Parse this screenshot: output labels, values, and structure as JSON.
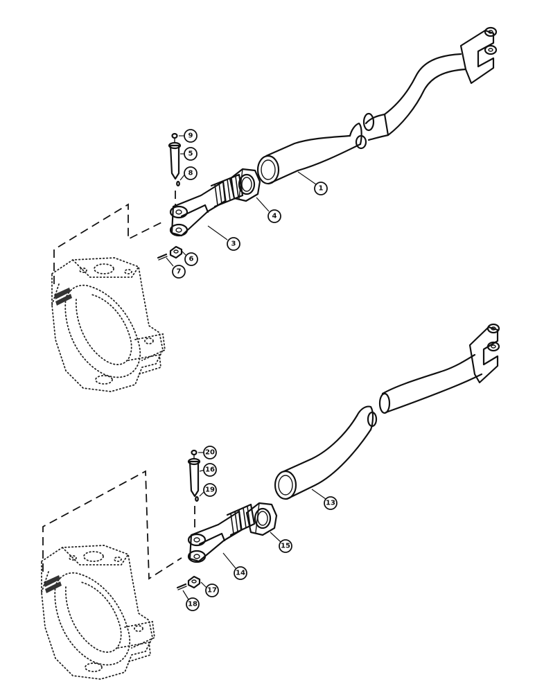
{
  "callouts": [
    {
      "id": "1",
      "label": "1"
    },
    {
      "id": "3",
      "label": "3"
    },
    {
      "id": "4",
      "label": "4"
    },
    {
      "id": "5",
      "label": "5"
    },
    {
      "id": "6",
      "label": "6"
    },
    {
      "id": "7",
      "label": "7"
    },
    {
      "id": "8",
      "label": "8"
    },
    {
      "id": "9",
      "label": "9"
    },
    {
      "id": "13",
      "label": "13"
    },
    {
      "id": "14",
      "label": "14"
    },
    {
      "id": "15",
      "label": "15"
    },
    {
      "id": "16",
      "label": "16"
    },
    {
      "id": "17",
      "label": "17"
    },
    {
      "id": "18",
      "label": "18"
    },
    {
      "id": "19",
      "label": "19"
    },
    {
      "id": "20",
      "label": "20"
    }
  ],
  "colors": {
    "ink": "#111111",
    "paper": "#ffffff"
  }
}
